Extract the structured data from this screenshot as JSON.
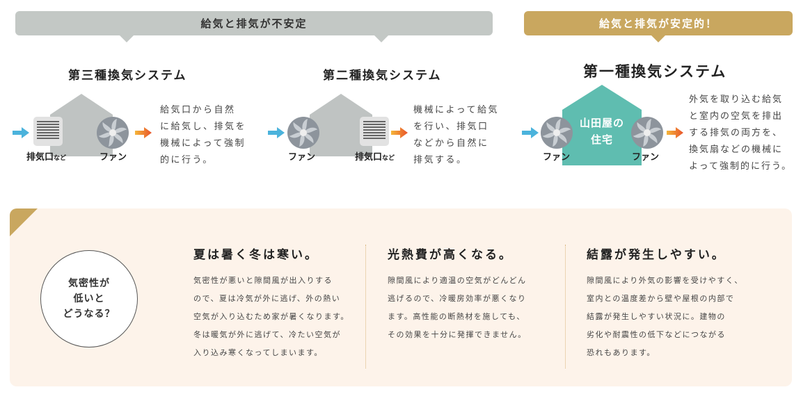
{
  "banners": {
    "unstable": "給気と排気が不安定",
    "stable": "給気と排気が安定的！"
  },
  "systems": [
    {
      "title": "第三種換気システム",
      "labels": {
        "vent": "排気口",
        "vent_suffix": "など",
        "fan": "ファン"
      },
      "desc": [
        "給気口から自然",
        "に給気し、排気を",
        "機械によって強制",
        "的に行う。"
      ]
    },
    {
      "title": "第二種換気システム",
      "labels": {
        "vent": "排気口",
        "vent_suffix": "など",
        "fan": "ファン"
      },
      "desc": [
        "機械によって給気",
        "を行い、排気口",
        "などから自然に",
        "排気する。"
      ]
    },
    {
      "title": "第一種換気システム",
      "labels": {
        "fan_left": "ファン",
        "fan_right": "ファン",
        "house_line1": "山田屋の",
        "house_line2": "住宅"
      },
      "desc": [
        "外気を取り込む給気",
        "と室内の空気を排出",
        "する排気の両方を、",
        "換気扇などの機械に",
        "よって強制的に行う。"
      ]
    }
  ],
  "question": [
    "気密性が",
    "低いと",
    "どうなる？"
  ],
  "issues": [
    {
      "title": "夏は暑く冬は寒い。",
      "lines": [
        "気密性が悪いと隙間風が出入りする",
        "ので、夏は冷気が外に逃げ、外の熱い",
        "空気が入り込むため家が暑くなります。",
        "冬は暖気が外に逃げて、冷たい空気が",
        "入り込み寒くなってしまいます。"
      ]
    },
    {
      "title": "光熱費が高くなる。",
      "lines": [
        "隙間風により適温の空気がどんどん",
        "逃げるので、冷暖房効率が悪くなり",
        "ます。高性能の断熱材を施しても、",
        "その効果を十分に発揮できません。"
      ]
    },
    {
      "title": "結露が発生しやすい。",
      "lines": [
        "隙間風により外気の影響を受けやすく、",
        "室内との温度差から壁や屋根の内部で",
        "結露が発生しやすい状況に。建物の",
        "劣化や耐震性の低下などにつながる",
        "恐れもあります。"
      ]
    }
  ],
  "colors": {
    "gray": "#c3c8c5",
    "gold": "#c9a75f",
    "teal": "#5fbdb0",
    "cream": "#fdf3ea"
  }
}
